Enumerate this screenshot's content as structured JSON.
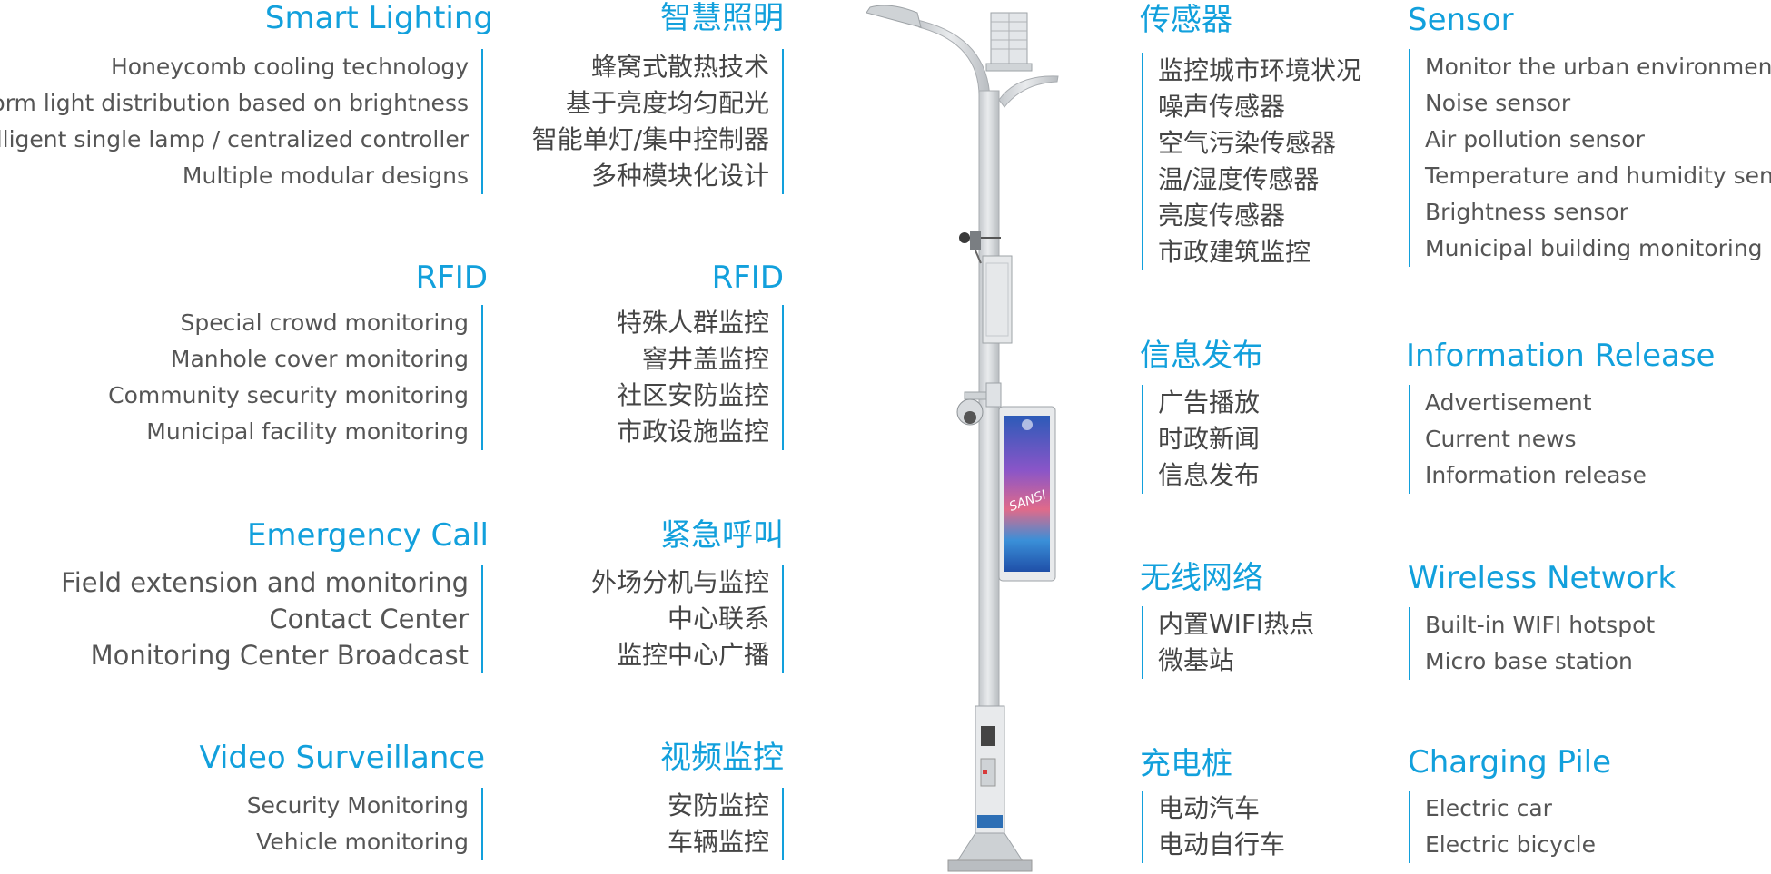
{
  "left_sections": [
    {
      "en_title": "Smart Lighting",
      "zh_title": "智慧照明",
      "en_items": [
        "Honeycomb cooling technology",
        "Uniform light distribution based on brightness",
        "Intelligent single lamp / centralized controller",
        "Multiple modular designs"
      ],
      "zh_items": [
        "蜂窝式散热技术",
        "基于亮度均匀配光",
        "智能单灯/集中控制器",
        "多种模块化设计"
      ]
    },
    {
      "en_title": "RFID",
      "zh_title": "RFID",
      "en_items": [
        "Special crowd monitoring",
        "Manhole cover monitoring",
        "Community security monitoring",
        "Municipal facility monitoring"
      ],
      "zh_items": [
        "特殊人群监控",
        "窨井盖监控",
        "社区安防监控",
        "市政设施监控"
      ]
    },
    {
      "en_title": "Emergency Call",
      "zh_title": "紧急呼叫",
      "en_items": [
        "Field extension and monitoring",
        "Contact Center",
        "Monitoring Center Broadcast"
      ],
      "zh_items": [
        "外场分机与监控",
        "中心联系",
        "监控中心广播"
      ]
    },
    {
      "en_title": "Video Surveillance",
      "zh_title": "视频监控",
      "en_items": [
        "Security Monitoring",
        "Vehicle monitoring"
      ],
      "zh_items": [
        "安防监控",
        "车辆监控"
      ]
    }
  ],
  "right_sections": [
    {
      "zh_title": "传感器",
      "en_title": "Sensor",
      "zh_items": [
        "监控城市环境状况",
        "噪声传感器",
        "空气污染传感器",
        "温/湿度传感器",
        "亮度传感器",
        "市政建筑监控"
      ],
      "en_items": [
        "Monitor the urban environment",
        "Noise sensor",
        "Air pollution sensor",
        "Temperature and humidity sensor",
        "Brightness sensor",
        "Municipal building monitoring"
      ]
    },
    {
      "zh_title": "信息发布",
      "en_title": "Information Release",
      "zh_items": [
        "广告播放",
        "时政新闻",
        "信息发布"
      ],
      "en_items": [
        "Advertisement",
        "Current news",
        "Information release"
      ]
    },
    {
      "zh_title": "无线网络",
      "en_title": "Wireless Network",
      "zh_items": [
        "内置WIFI热点",
        "微基站"
      ],
      "en_items": [
        "Built-in WIFI hotspot",
        "Micro base station"
      ]
    },
    {
      "zh_title": "充电桩",
      "en_title": "Charging Pile",
      "zh_items": [
        "电动汽车",
        "电动自行车"
      ],
      "en_items": [
        "Electric car",
        "Electric bicycle"
      ]
    }
  ],
  "screen_brand": "SANSI",
  "colors": {
    "accent": "#12a0dc",
    "text": "#555555",
    "pole": "#d6d9dc"
  }
}
